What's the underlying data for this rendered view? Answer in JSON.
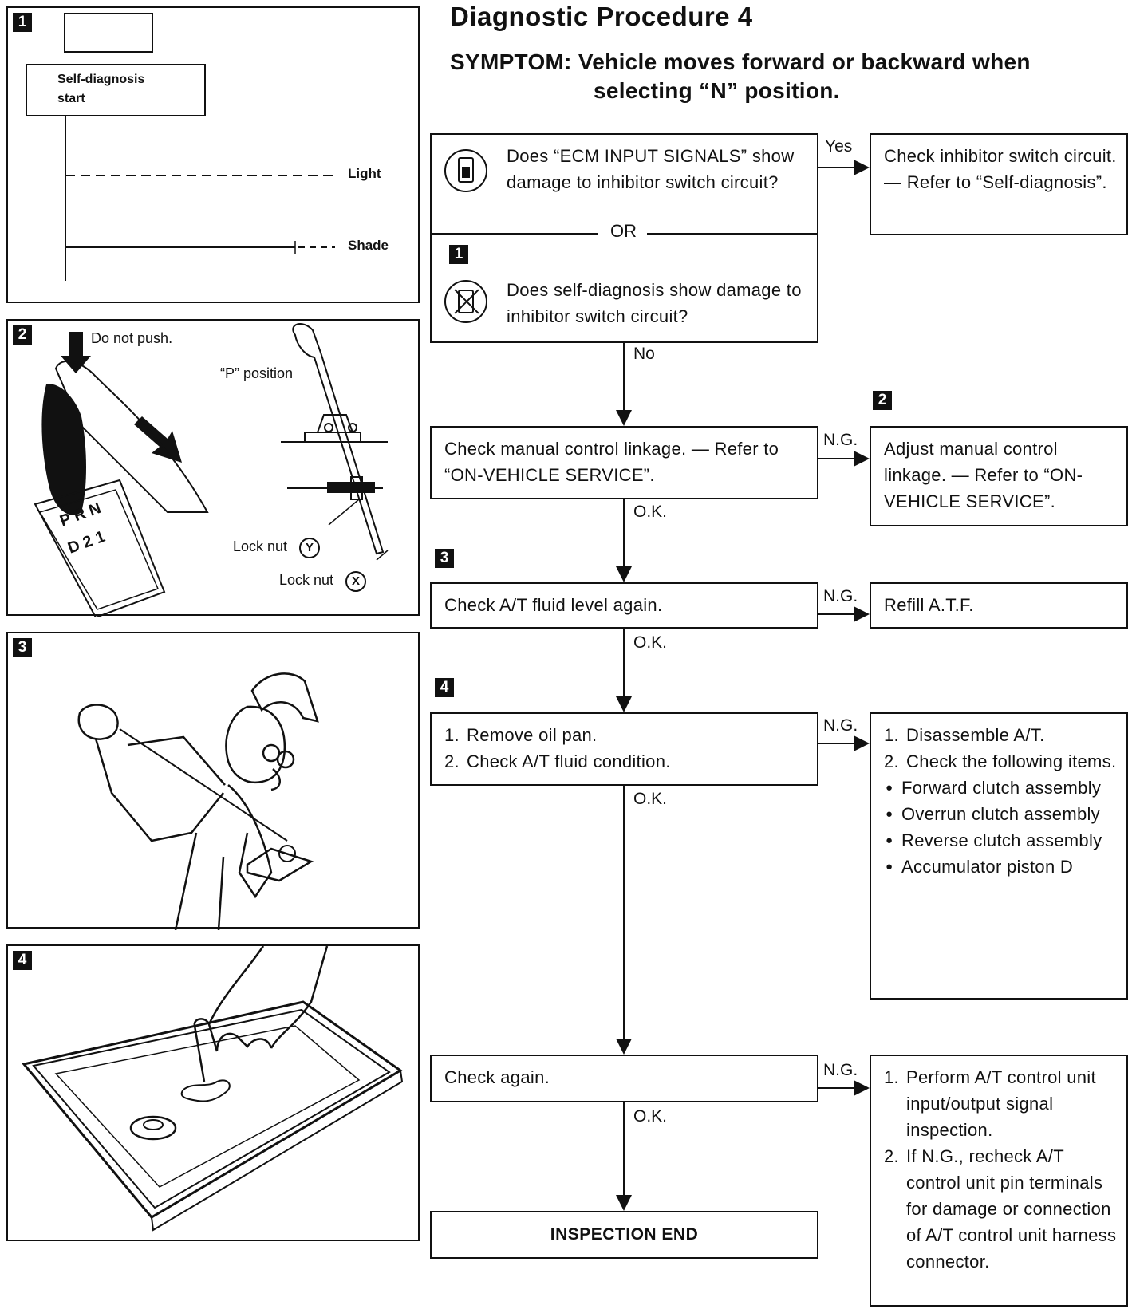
{
  "title": "Diagnostic Procedure 4",
  "symptom_line1": "SYMPTOM: Vehicle moves forward or backward when",
  "symptom_line2": "selecting “N” position.",
  "panels": [
    {
      "badge": "1",
      "box_label": "Self-diagnosis start",
      "light_label": "Light",
      "shade_label": "Shade"
    },
    {
      "badge": "2",
      "do_not_push": "Do not push.",
      "p_position": "“P” position",
      "lock_nut_y": "Lock nut",
      "y_mark": "Y",
      "lock_nut_x": "Lock nut",
      "x_mark": "X"
    },
    {
      "badge": "3"
    },
    {
      "badge": "4"
    }
  ],
  "flow": {
    "q1": "Does “ECM INPUT SIGNALS” show damage to inhibitor switch circuit?",
    "or": "OR",
    "q1_badge": "1",
    "q2": "Does self-diagnosis show damage to inhibitor switch circuit?",
    "yes": "Yes",
    "no": "No",
    "yes_result": "Check inhibitor switch circuit. — Refer to “Self-diagnosis”.",
    "step2_badge": "2",
    "step2": "Check manual control linkage. — Refer to “ON-VEHICLE SERVICE”.",
    "step2_ng": "Adjust manual control linkage. — Refer to “ON-VEHICLE SERVICE”.",
    "step3_badge": "3",
    "step3": "Check A/T fluid level again.",
    "step3_ng": "Refill A.T.F.",
    "step4_badge": "4",
    "step4_items": [
      "Remove oil pan.",
      "Check A/T fluid condition."
    ],
    "step4_ng_items": [
      "Disassemble A/T.",
      "Check the following items."
    ],
    "step4_ng_bullets": [
      "Forward clutch assembly",
      "Overrun clutch assembly",
      "Reverse clutch assembly",
      "Accumulator piston D"
    ],
    "step5": "Check again.",
    "step5_ng_items": [
      "Perform A/T control unit input/output signal inspection.",
      "If N.G., recheck A/T control unit pin terminals for damage or connection of A/T control unit harness connector."
    ],
    "end": "INSPECTION END",
    "ng": "N.G.",
    "ok": "O.K."
  }
}
